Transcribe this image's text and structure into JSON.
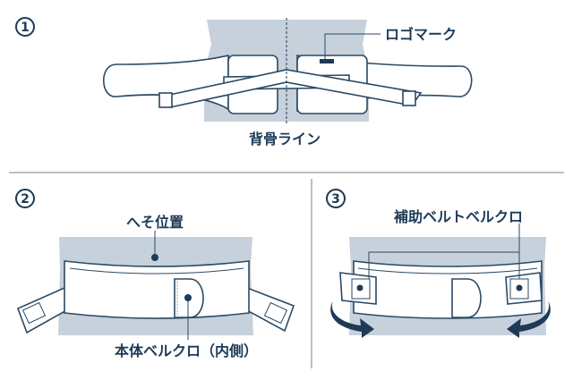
{
  "steps": [
    {
      "number": "1",
      "labels": {
        "logo_mark": "ロゴマーク",
        "spine_line": "背骨ライン"
      }
    },
    {
      "number": "2",
      "labels": {
        "navel_position": "へそ位置",
        "main_velcro": "本体ベルクロ（内側）"
      }
    },
    {
      "number": "3",
      "labels": {
        "aux_belt_velcro": "補助ベルトベルクロ"
      }
    }
  ],
  "colors": {
    "navy": "#1d3a57",
    "body": "#c6d1db"
  }
}
